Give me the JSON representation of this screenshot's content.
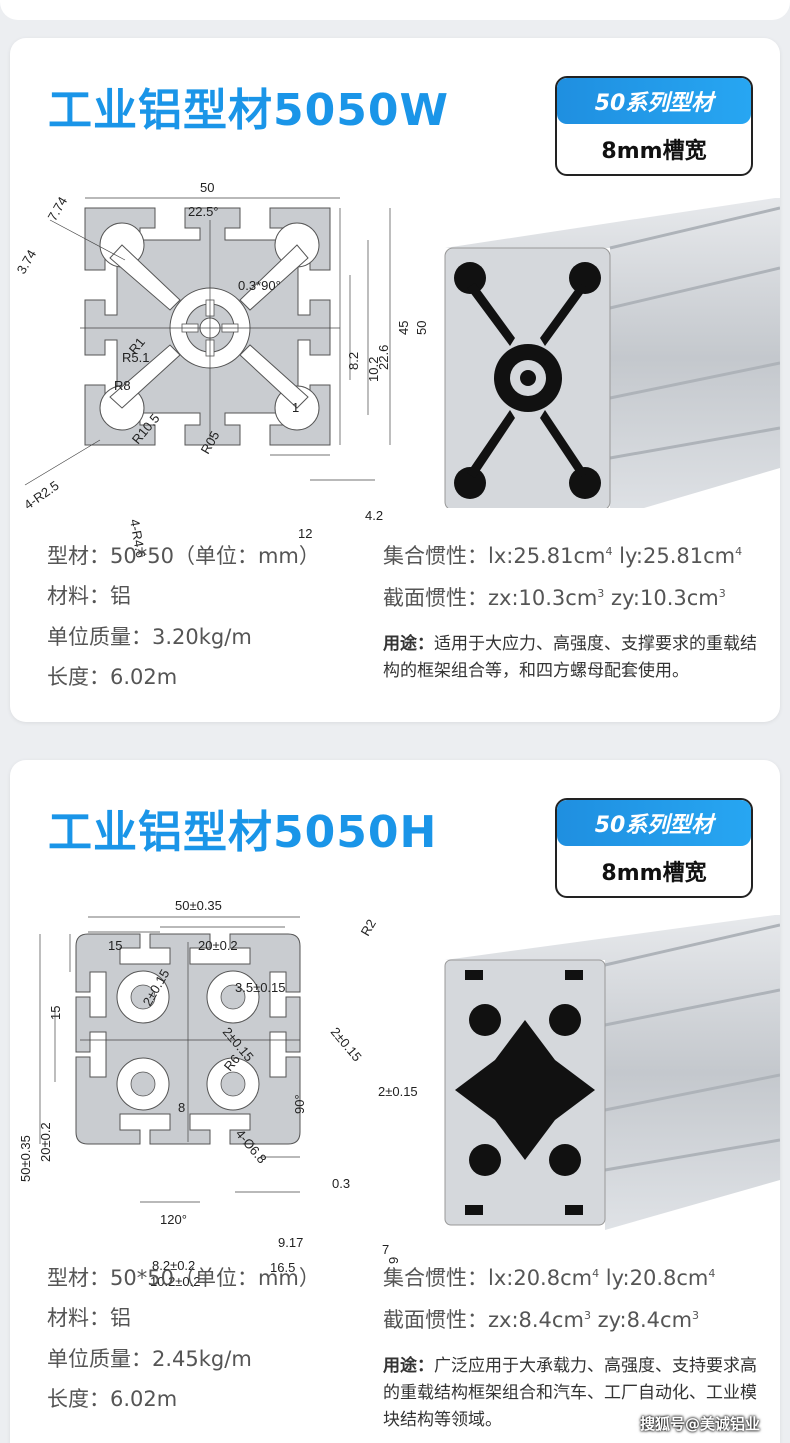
{
  "cards": [
    {
      "title": "工业铝型材5050W",
      "series": "50系列型材",
      "slot": "8mm槽宽",
      "specs_left": [
        "型材：50*50（单位：mm）",
        "材料：铝",
        "单位质量：3.20kg/m",
        "长度：6.02m"
      ],
      "inertia_label": "集合惯性：",
      "inertia": "lx:25.81cm",
      "inertia_y": "ly:25.81cm",
      "section_label": "截面惯性：",
      "section": "zx:10.3cm",
      "section_y": "zy:10.3cm",
      "usage_label": "用途：",
      "usage": "适用于大应力、高强度、支撑要求的重载结构的框架组合等，和四方螺母配套使用。",
      "dims": [
        "50",
        "22.5°",
        "7.74",
        "3.74",
        "0.3*90°",
        "R1",
        "R5.1",
        "R8",
        "R10.5",
        "R05",
        "8.2",
        "10.2",
        "22.6",
        "45",
        "50",
        "1",
        "4-R2.5",
        "4-R4.6",
        "12",
        "4.2"
      ]
    },
    {
      "title": "工业铝型材5050H",
      "series": "50系列型材",
      "slot": "8mm槽宽",
      "specs_left": [
        "型材：50*50（单位：mm）",
        "材料：铝",
        "单位质量：2.45kg/m",
        "长度：6.02m"
      ],
      "inertia_label": "集合惯性：",
      "inertia": "lx:20.8cm",
      "inertia_y": "ly:20.8cm",
      "section_label": "截面惯性：",
      "section": "zx:8.4cm",
      "section_y": "zy:8.4cm",
      "usage_label": "用途：",
      "usage": "广泛应用于大承载力、高强度、支持要求高的重载结构框架组合和汽车、工厂自动化、工业模块结构等领域。",
      "dims": [
        "50±0.35",
        "15",
        "20±0.2",
        "R2",
        "2±0.15",
        "3.5±0.15",
        "2±0.15",
        "2±0.15",
        "R6",
        "2±0.15",
        "15",
        "50±0.35",
        "20±0.2",
        "8",
        "90°",
        "4-Ø6.8",
        "0.3",
        "120°",
        "9.17",
        "7",
        "9",
        "8.2±0.2",
        "10.2±0.2",
        "16.5"
      ]
    }
  ],
  "sup4": "4",
  "sup3": "3",
  "watermark": "搜狐号@美诚铝业",
  "colors": {
    "accent": "#1a95e8",
    "text": "#555555"
  }
}
